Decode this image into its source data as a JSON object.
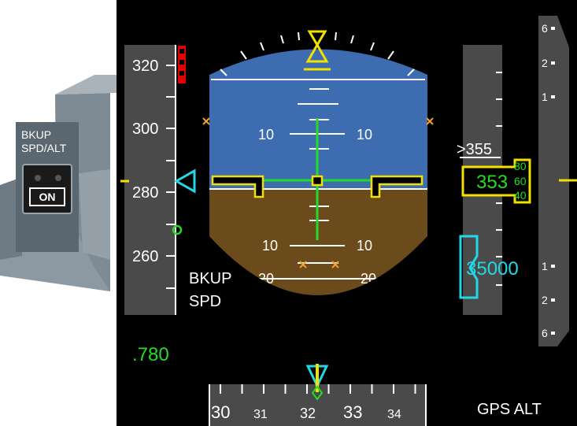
{
  "backup_switch": {
    "label_line1": "BKUP",
    "label_line2": "SPD/ALT",
    "button_label": "ON"
  },
  "speed_tape": {
    "ticks": [
      {
        "label": "320"
      },
      {
        "label": "300"
      },
      {
        "label": "280"
      },
      {
        "label": "260"
      }
    ],
    "current_speed": 284,
    "mach": ".780",
    "backup_label_line1": "BKUP",
    "backup_label_line2": "SPD"
  },
  "attitude": {
    "pitch_labels": [
      "10",
      "10",
      "10",
      "10",
      "20",
      "20"
    ]
  },
  "altitude_tape": {
    "selected_altitude_marker": ">355",
    "current_altitude_prefix": "353",
    "drum_digits": [
      "80",
      "60",
      "40"
    ],
    "selected_altitude_box": "35000",
    "mode_label": "GPS ALT"
  },
  "vertical_speed": {
    "labels": [
      "6",
      "2",
      "1",
      "1",
      "2",
      "6"
    ]
  },
  "heading": {
    "labels": [
      "30",
      "31",
      "32",
      "33",
      "34"
    ]
  },
  "colors": {
    "sky": "#3d6cb0",
    "ground": "#6b4a1c",
    "tape": "#4a4a4a",
    "accent_yellow": "#f2e100",
    "accent_green": "#22dd22",
    "accent_cyan": "#22d8e6",
    "accent_orange": "#f0a030"
  }
}
